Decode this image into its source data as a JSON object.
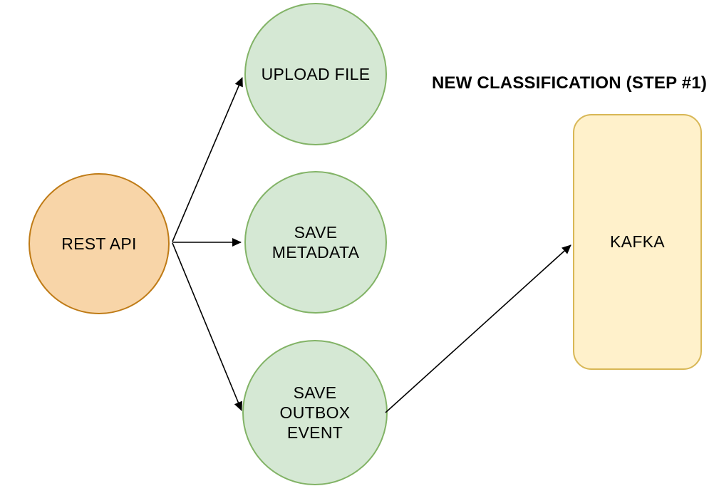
{
  "title": "NEW CLASSIFICATION (STEP #1)",
  "nodes": [
    {
      "id": "rest-api",
      "label": "REST API",
      "shape": "circle",
      "fill": "#F8D5A8",
      "stroke": "#BF7B16"
    },
    {
      "id": "upload-file",
      "label": "UPLOAD FILE",
      "shape": "circle",
      "fill": "#D5E8D4",
      "stroke": "#82B366"
    },
    {
      "id": "save-metadata",
      "label": "SAVE\nMETADATA",
      "shape": "circle",
      "fill": "#D5E8D4",
      "stroke": "#82B366"
    },
    {
      "id": "save-outbox-event",
      "label": "SAVE\nOUTBOX\nEVENT",
      "shape": "circle",
      "fill": "#D5E8D4",
      "stroke": "#82B366"
    },
    {
      "id": "kafka",
      "label": "KAFKA",
      "shape": "rounded-rect",
      "fill": "#FFF1CB",
      "stroke": "#D8B756"
    }
  ],
  "edges": [
    {
      "from": "rest-api",
      "to": "upload-file",
      "style": "arrow"
    },
    {
      "from": "rest-api",
      "to": "save-metadata",
      "style": "arrow"
    },
    {
      "from": "rest-api",
      "to": "save-outbox-event",
      "style": "arrow"
    },
    {
      "from": "save-outbox-event",
      "to": "kafka",
      "style": "arrow"
    }
  ],
  "edge_color": "#000000",
  "text_color": "#000000",
  "background_color": "#FFFFFF"
}
